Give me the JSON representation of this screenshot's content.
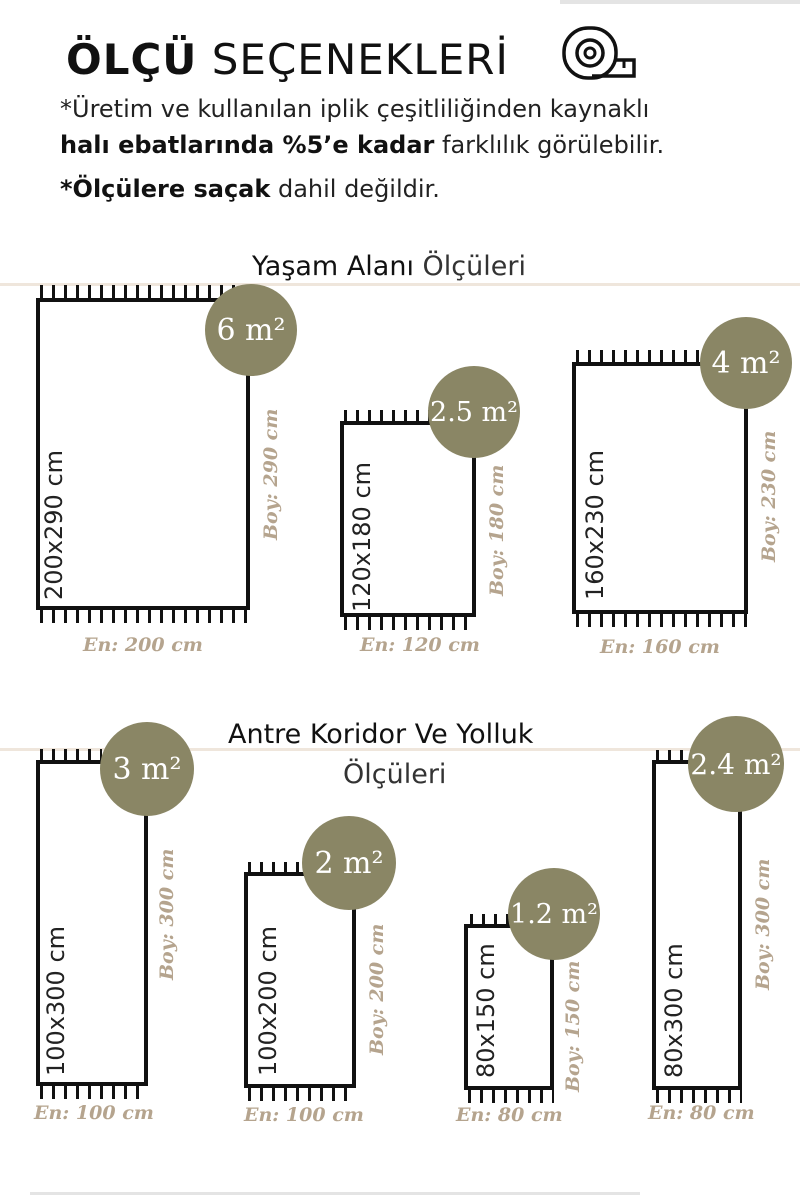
{
  "header": {
    "title_bold": "ÖLÇÜ",
    "title_light": "SEÇENEKLERİ",
    "icon": "measuring-tape-icon",
    "note1_line1": "*Üretim ve kullanılan iplik çeşitliliğinden kaynaklı",
    "note1_line2_bold": "halı ebatlarında %5’e kadar",
    "note1_line2_rest": " farklılık görülebilir.",
    "note2_bold": "*Ölçülere saçak",
    "note2_rest": " dahil değildir."
  },
  "colors": {
    "circle": "#8a8665",
    "label": "#b5a48e",
    "rug_border": "#111111"
  },
  "living_section": {
    "title_main": "Yaşam Alanı",
    "title_rest": " Ölçüleri",
    "rugs": [
      {
        "size": "200x290 cm",
        "area": "6 m²",
        "boy": "Boy: 290 cm",
        "en": "En: 200 cm"
      },
      {
        "size": "120x180 cm",
        "area": "2.5 m²",
        "boy": "Boy: 180 cm",
        "en": "En: 120 cm"
      },
      {
        "size": "160x230 cm",
        "area": "4 m²",
        "boy": "Boy: 230 cm",
        "en": "En: 160 cm"
      }
    ]
  },
  "corridor_section": {
    "title_line1": "Antre Koridor Ve Yolluk",
    "title_line2": "Ölçüleri",
    "rugs": [
      {
        "size": "100x300 cm",
        "area": "3 m²",
        "boy": "Boy: 300 cm",
        "en": "En: 100 cm"
      },
      {
        "size": "100x200 cm",
        "area": "2 m²",
        "boy": "Boy: 200 cm",
        "en": "En: 100 cm"
      },
      {
        "size": "80x150 cm",
        "area": "1.2 m²",
        "boy": "Boy: 150 cm",
        "en": "En: 80 cm"
      },
      {
        "size": "80x300 cm",
        "area": "2.4 m²",
        "boy": "Boy: 300 cm",
        "en": "En: 80 cm"
      }
    ]
  }
}
